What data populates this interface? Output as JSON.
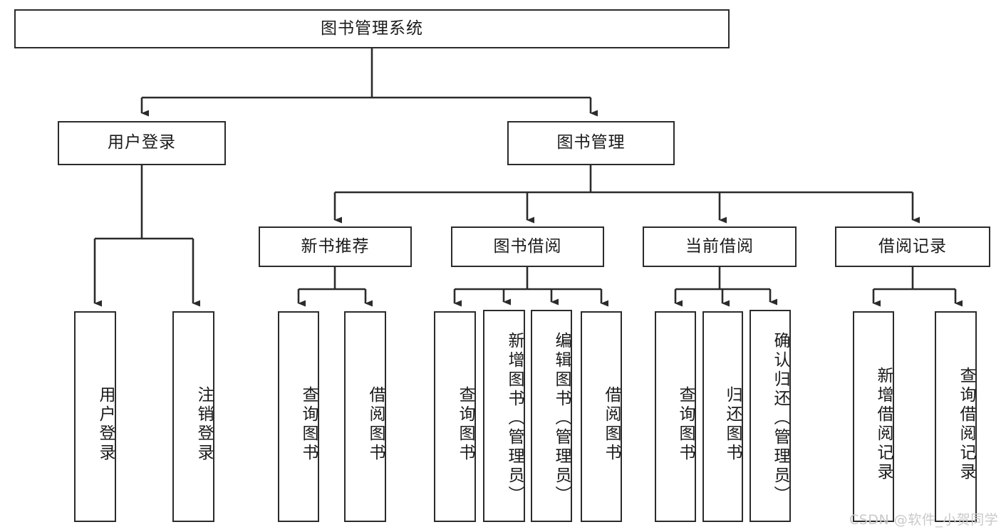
{
  "diagram": {
    "title": "图书管理系统",
    "watermark": "CSDN @软件_小贺同学",
    "colors": {
      "node_border": "#2b2b2b",
      "node_fill": "#ffffff",
      "edge": "#2b2b2b",
      "text": "#1a1a1a",
      "watermark": "#c9c9c9"
    },
    "levels": {
      "root": {
        "label": "图书管理系统"
      },
      "level2": [
        {
          "label": "用户登录"
        },
        {
          "label": "图书管理"
        }
      ],
      "level3": [
        {
          "label": "新书推荐"
        },
        {
          "label": "图书借阅"
        },
        {
          "label": "当前借阅"
        },
        {
          "label": "借阅记录"
        }
      ],
      "leaves_user_login": [
        {
          "label": "用户登录"
        },
        {
          "label": "注销登录"
        }
      ],
      "leaves_new_book": [
        {
          "label": "查询图书"
        },
        {
          "label": "借阅图书"
        }
      ],
      "leaves_borrow": [
        {
          "label": "查询图书"
        },
        {
          "label": "新增图书（管理员）"
        },
        {
          "label": "编辑图书（管理员）"
        },
        {
          "label": "借阅图书"
        }
      ],
      "leaves_current": [
        {
          "label": "查询图书"
        },
        {
          "label": "归还图书"
        },
        {
          "label": "确认归还（管理员）"
        }
      ],
      "leaves_record": [
        {
          "label": "新增借阅记录"
        },
        {
          "label": "查询借阅记录"
        }
      ]
    }
  }
}
